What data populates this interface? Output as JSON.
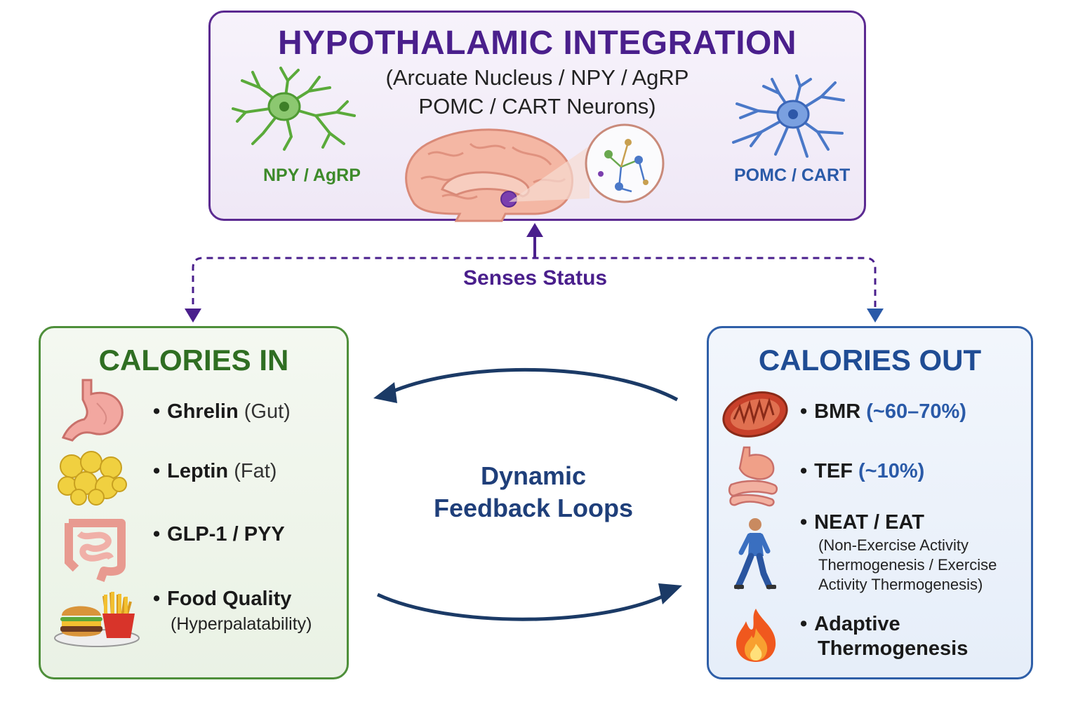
{
  "hypothalamus": {
    "title": "HYPOTHALAMIC INTEGRATION",
    "subtitle_line1": "(Arcuate Nucleus / NPY / AgRP",
    "subtitle_line2": "POMC / CART Neurons)",
    "left_neuron_label": "NPY / AgRP",
    "right_neuron_label": "POMC / CART"
  },
  "feedback": {
    "senses_label": "Senses Status",
    "center_line1": "Dynamic",
    "center_line2": "Feedback Loops"
  },
  "calories_in": {
    "title": "CALORIES IN",
    "items": [
      {
        "label": "Ghrelin",
        "note": "(Gut)",
        "icon": "stomach-icon"
      },
      {
        "label": "Leptin",
        "note": "(Fat)",
        "icon": "fat-cells-icon"
      },
      {
        "label": "GLP-1 / PYY",
        "note": "",
        "icon": "intestine-icon"
      },
      {
        "label": "Food Quality",
        "note": "(Hyperpalatability)",
        "icon": "fast-food-icon"
      }
    ]
  },
  "calories_out": {
    "title": "CALORIES OUT",
    "items": [
      {
        "label": "BMR",
        "note": "(~60–70%)",
        "icon": "mitochondrion-icon"
      },
      {
        "label": "TEF",
        "note": "(~10%)",
        "icon": "digestive-system-icon"
      },
      {
        "label": "NEAT / EAT",
        "note_line1": "(Non-Exercise Activity",
        "note_line2": "Thermogenesis / Exercise",
        "note_line3": "Activity Thermogenesis)",
        "icon": "walking-person-icon"
      },
      {
        "label_line1": "Adaptive",
        "label_line2": "Thermogenesis",
        "icon": "flame-icon"
      }
    ]
  },
  "colors": {
    "hypothalamus_border": "#5b2a91",
    "calories_in_border": "#4e8f3a",
    "calories_out_border": "#2f5fa8",
    "arrow_dark": "#1b3a66",
    "dashed_arrow": "#4a1f8c"
  }
}
